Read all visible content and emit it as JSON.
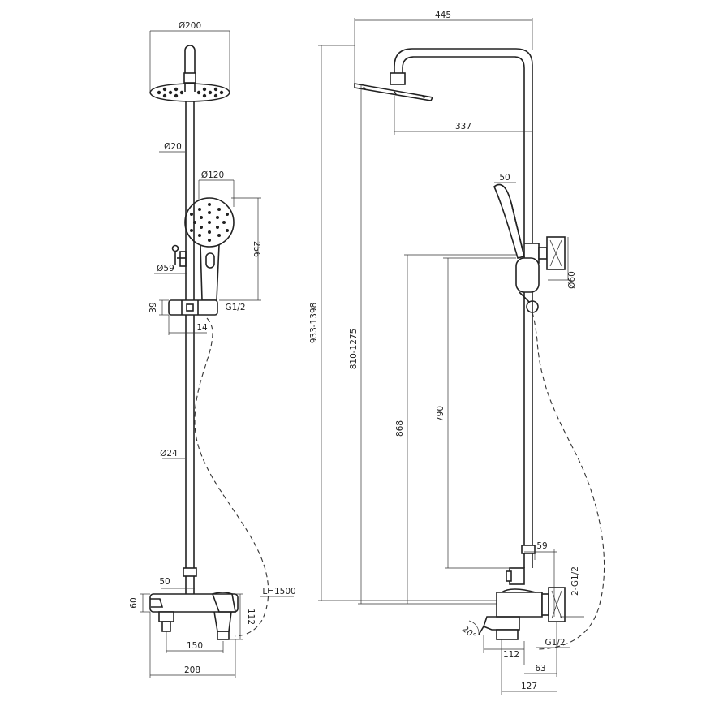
{
  "front_view": {
    "head_diameter": "Ø200",
    "pipe_diameter": "Ø20",
    "hand_shower_diameter": "Ø120",
    "hand_shower_length": "256",
    "holder_diameter": "Ø59",
    "bracket_height": "39",
    "bracket_thread": "G1/2",
    "bracket_offset": "14",
    "rail_diameter": "Ø24",
    "lever_width": "50",
    "mixer_height": "60",
    "mixer_depth": "112",
    "hose_length": "L=1500",
    "inlet_spacing": "150",
    "overall_width": "208"
  },
  "side_view": {
    "reach": "445",
    "arm_projection": "337",
    "hand_shower_width": "50",
    "wall_bracket_diameter": "Ø60",
    "total_height": "933-1398",
    "adjustable_height": "810-1275",
    "rail_height_868": "868",
    "rail_height_790": "790",
    "outlet_offset": "59",
    "inlet_thread": "2-G1/2",
    "spout_angle": "20°",
    "spout_length": "112",
    "spout_thread": "G1/2",
    "wall_offset": "63",
    "body_depth": "127"
  }
}
